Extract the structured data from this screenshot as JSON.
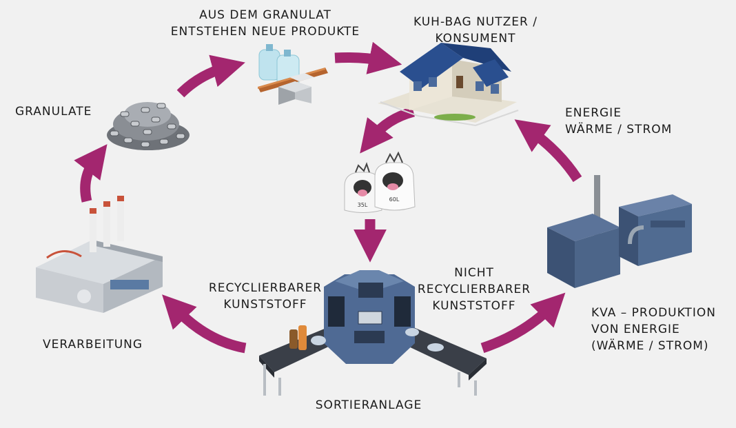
{
  "colors": {
    "arrow": "#a3266f",
    "background": "#f1f1f1",
    "text": "#1b1b1b"
  },
  "labels": {
    "products": [
      "AUS DEM GRANULAT",
      "ENTSTEHEN NEUE PRODUKTE"
    ],
    "consumer": [
      "KUH-BAG NUTZER /",
      "KONSUMENT"
    ],
    "granulate": [
      "GRANULATE"
    ],
    "energy": [
      "ENERGIE",
      "WÄRME / STROM"
    ],
    "recyclable": [
      "RECYCLIERBARER",
      "KUNSTSTOFF"
    ],
    "nonrecyclable": [
      "NICHT",
      "RECYCLIERBARER",
      "KUNSTSTOFF"
    ],
    "processing": [
      "VERARBEITUNG"
    ],
    "kva": [
      "KVA – PRODUKTION",
      "VON ENERGIE",
      "(WÄRME / STROM)"
    ],
    "sorting": [
      "SORTIERANLAGE"
    ]
  },
  "bags": {
    "small": "35L",
    "large": "60L"
  },
  "icons": [
    "granulate-pile-icon",
    "products-icon",
    "house-icon",
    "cow-bags-icon",
    "sorting-plant-icon",
    "factory-icon",
    "incinerator-icon"
  ]
}
